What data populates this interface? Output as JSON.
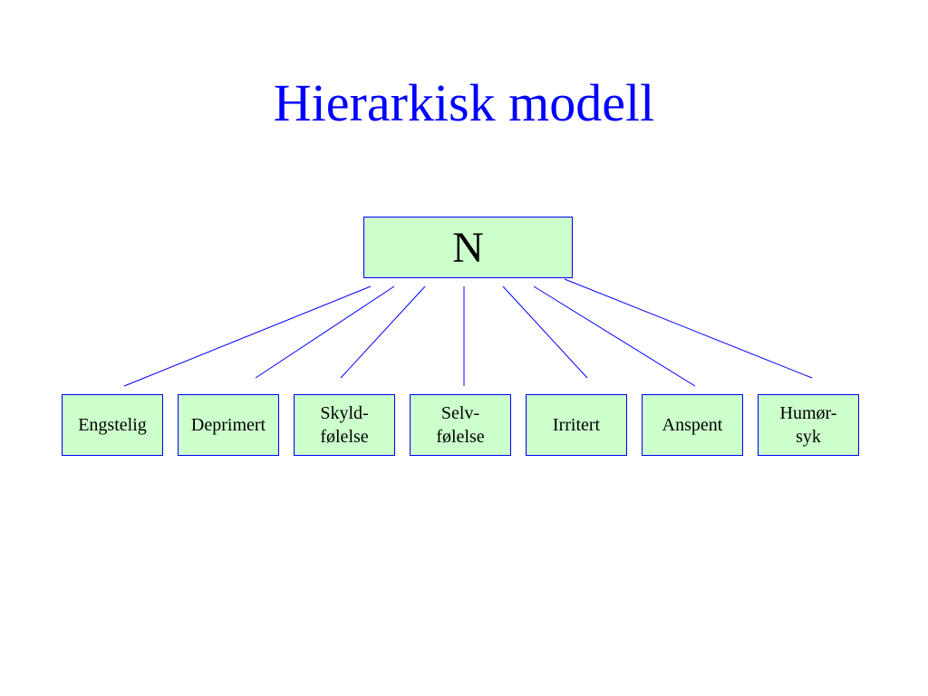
{
  "slide": {
    "title": "Hierarkisk modell"
  },
  "diagram": {
    "root": "N",
    "children": [
      "Engstelig",
      "Deprimert",
      "Skyld-\nfølelse",
      "Selv-\nfølelse",
      "Irritert",
      "Anspent",
      "Humør-\nsyk"
    ]
  },
  "colors": {
    "title": "#0000ff",
    "box_fill": "#ccffcc",
    "box_border": "#0000ff",
    "connector": "#0000ff"
  }
}
